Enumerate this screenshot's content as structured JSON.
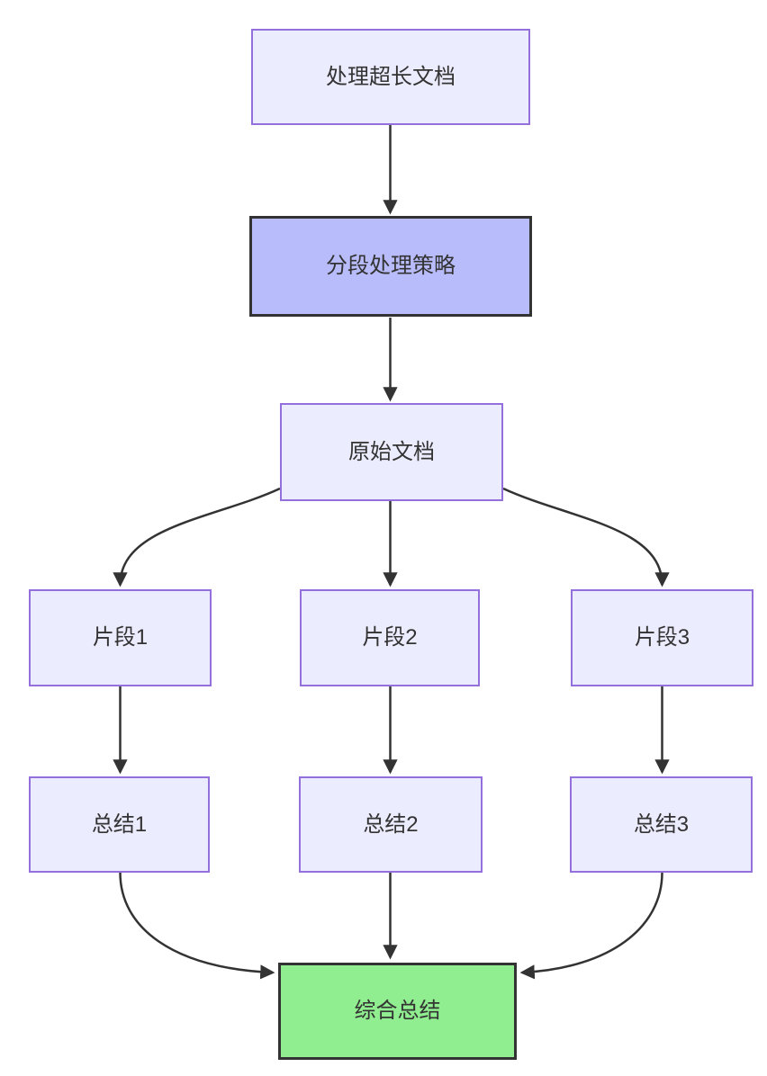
{
  "diagram": {
    "type": "flowchart",
    "direction": "top-down",
    "nodes": [
      {
        "id": "A",
        "label": "处理超长文档",
        "kind": "default"
      },
      {
        "id": "B",
        "label": "分段处理策略",
        "kind": "emphasis-purple"
      },
      {
        "id": "C",
        "label": "原始文档",
        "kind": "default"
      },
      {
        "id": "D1",
        "label": "片段1",
        "kind": "default"
      },
      {
        "id": "D2",
        "label": "片段2",
        "kind": "default"
      },
      {
        "id": "D3",
        "label": "片段3",
        "kind": "default"
      },
      {
        "id": "E1",
        "label": "总结1",
        "kind": "default"
      },
      {
        "id": "E2",
        "label": "总结2",
        "kind": "default"
      },
      {
        "id": "E3",
        "label": "总结3",
        "kind": "default"
      },
      {
        "id": "F",
        "label": "综合总结",
        "kind": "emphasis-green"
      }
    ],
    "edges": [
      {
        "from": "A",
        "to": "B"
      },
      {
        "from": "B",
        "to": "C"
      },
      {
        "from": "C",
        "to": "D1"
      },
      {
        "from": "C",
        "to": "D2"
      },
      {
        "from": "C",
        "to": "D3"
      },
      {
        "from": "D1",
        "to": "E1"
      },
      {
        "from": "D2",
        "to": "E2"
      },
      {
        "from": "D3",
        "to": "E3"
      },
      {
        "from": "E1",
        "to": "F"
      },
      {
        "from": "E2",
        "to": "F"
      },
      {
        "from": "E3",
        "to": "F"
      }
    ],
    "colors": {
      "lightFill": "#ECECFF",
      "lightBorder": "#9370DB",
      "strategyFill": "#B8BCFA",
      "finalFill": "#90EE90",
      "darkBorder": "#333333",
      "edge": "#333333",
      "text": "#333333"
    }
  }
}
